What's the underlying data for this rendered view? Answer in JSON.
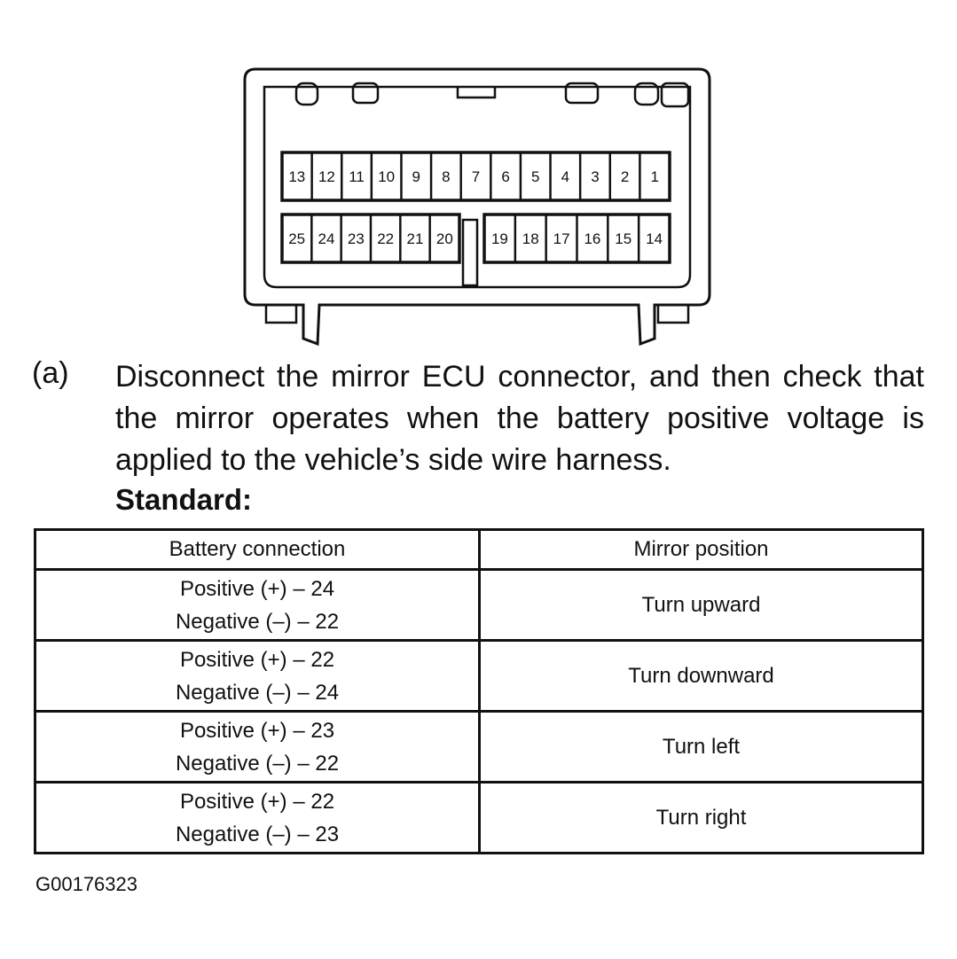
{
  "connector": {
    "top_row_pins": [
      "13",
      "12",
      "11",
      "10",
      "9",
      "8",
      "7",
      "6",
      "5",
      "4",
      "3",
      "2",
      "1"
    ],
    "bottom_row_left_pins": [
      "25",
      "24",
      "23",
      "22",
      "21",
      "20"
    ],
    "bottom_row_right_pins": [
      "19",
      "18",
      "17",
      "16",
      "15",
      "14"
    ]
  },
  "instruction": {
    "label": "(a)",
    "text": "Disconnect the mirror ECU connector, and then check that the mirror operates when the battery positive voltage is applied to the vehicle’s side wire harness.",
    "standard_label": "Standard:"
  },
  "table": {
    "headers": [
      "Battery connection",
      "Mirror position"
    ],
    "rows": [
      {
        "positive": "Positive (+) – 24",
        "negative": "Negative (–) – 22",
        "position": "Turn upward"
      },
      {
        "positive": "Positive (+) – 22",
        "negative": "Negative (–) – 24",
        "position": "Turn downward"
      },
      {
        "positive": "Positive (+) – 23",
        "negative": "Negative (–) – 22",
        "position": "Turn left"
      },
      {
        "positive": "Positive (+) – 22",
        "negative": "Negative (–) – 23",
        "position": "Turn right"
      }
    ]
  },
  "figure_id": "G00176323"
}
